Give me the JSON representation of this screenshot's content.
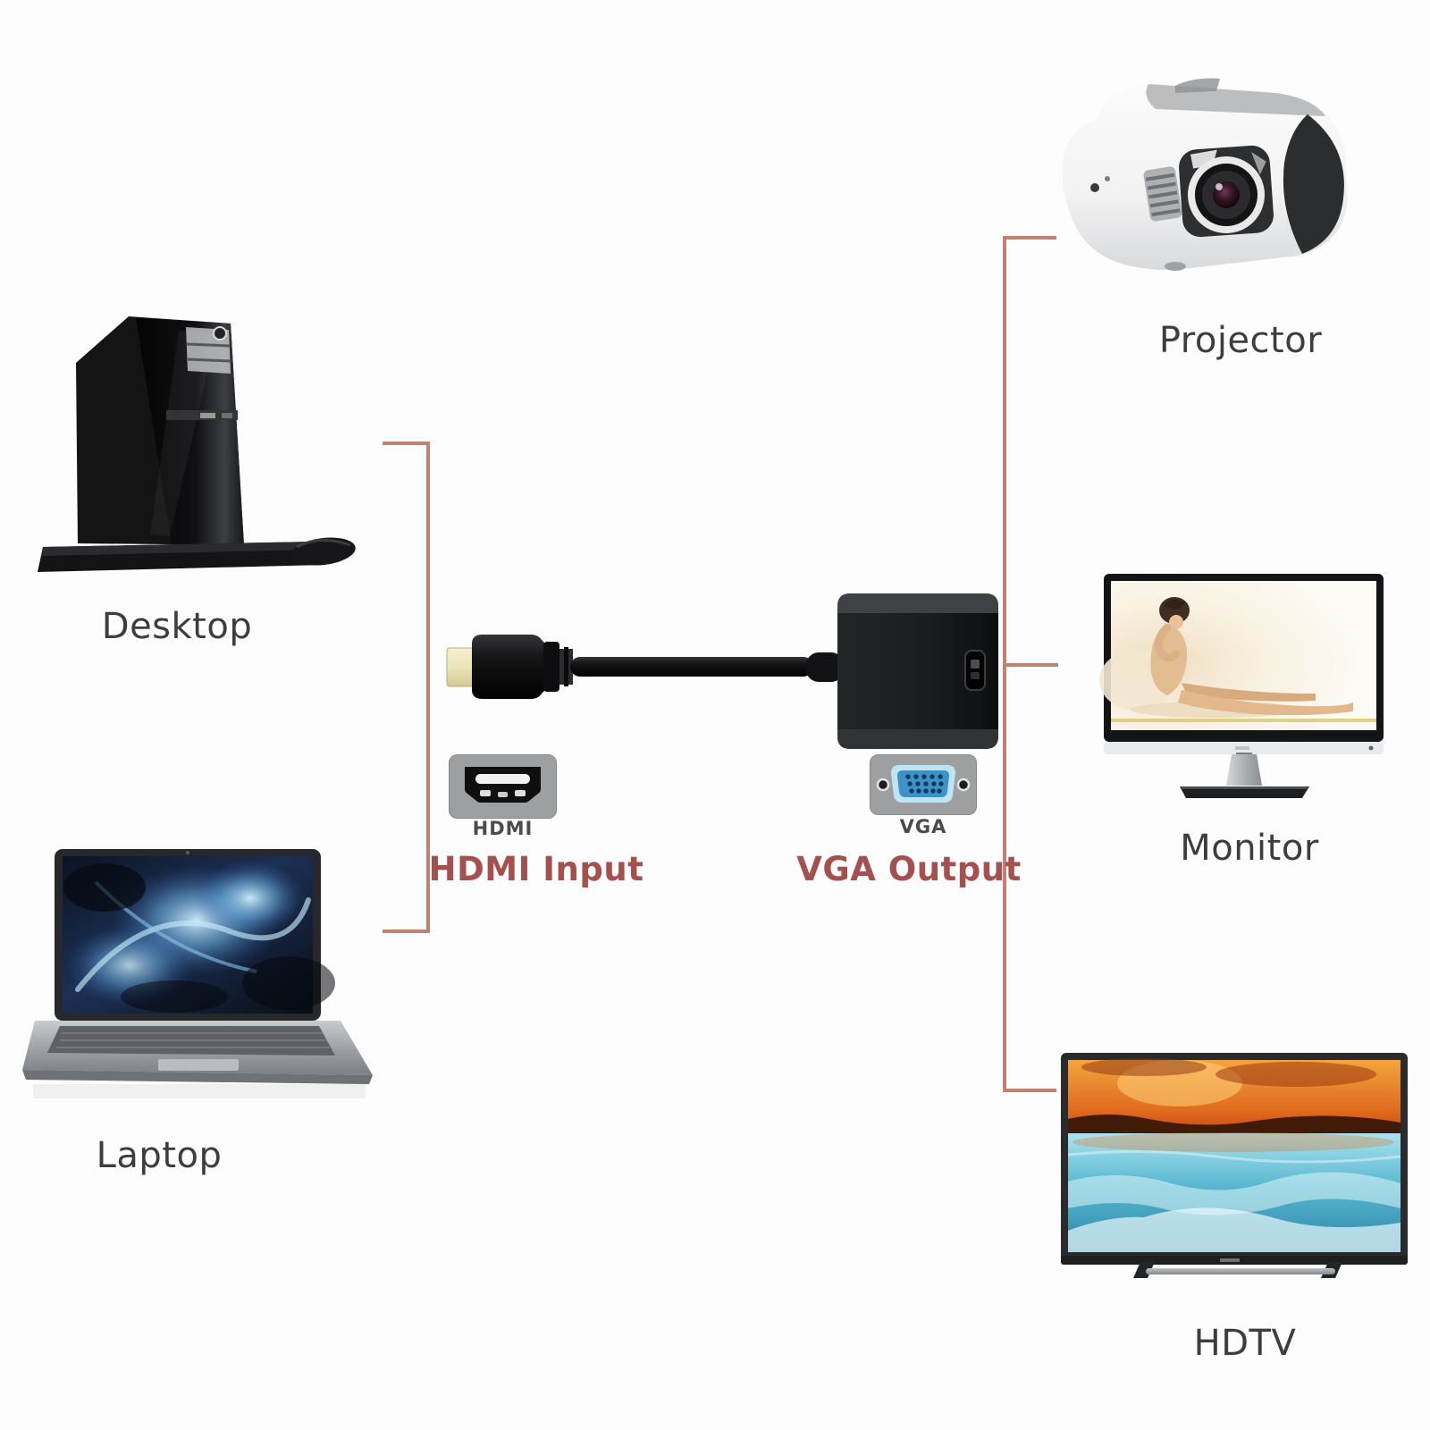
{
  "theme": {
    "page-bg": "#fdfdfd",
    "bracket-color": "#c18173",
    "caption-color": "#a4504f",
    "label-color": "#3d3d3d",
    "port-label-color": "#4b4b4b",
    "vga-blue": "#3d92c6",
    "vga-blue-light": "#bfe4f4",
    "hdmi-gold": "#eae4b9"
  },
  "diagram": {
    "sources": [
      {
        "id": "desktop",
        "label": "Desktop",
        "icon": "desktop-tower-icon"
      },
      {
        "id": "laptop",
        "label": "Laptop",
        "icon": "laptop-icon"
      }
    ],
    "adapter": {
      "device": "hdmi-to-vga-adapter-cable",
      "hdmi_port_label": "HDMI",
      "hdmi_caption": "HDMI Input",
      "vga_port_label": "VGA",
      "vga_caption": "VGA Output"
    },
    "outputs": [
      {
        "id": "projector",
        "label": "Projector",
        "icon": "projector-icon"
      },
      {
        "id": "monitor",
        "label": "Monitor",
        "icon": "monitor-icon"
      },
      {
        "id": "hdtv",
        "label": "HDTV",
        "icon": "hdtv-icon"
      }
    ]
  }
}
